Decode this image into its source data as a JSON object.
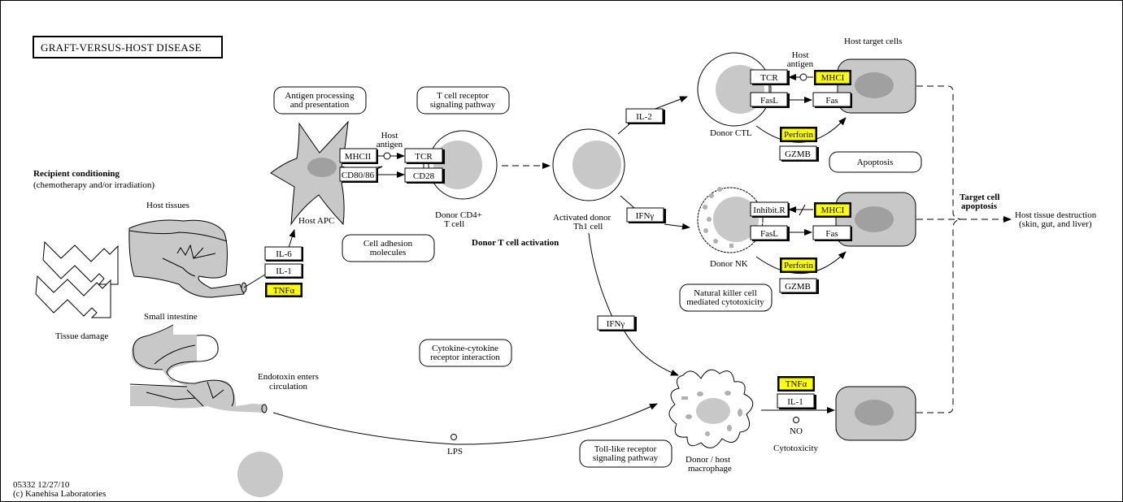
{
  "title": "GRAFT-VERSUS-HOST DISEASE",
  "footer": {
    "id_date": "05332 12/27/10",
    "copyright": "(c) Kanehisa Laboratories"
  },
  "colors": {
    "highlight": "#ffff00",
    "cell_gray": "#c8c8c8",
    "nucleus": "#a0a0a0"
  },
  "labels": {
    "recipient_conditioning": "Recipient conditioning",
    "recipient_conditioning_sub": "(chemotherapy and/or irradiation)",
    "host_tissues": "Host tissues",
    "small_intestine": "Small intestine",
    "tissue_damage": "Tissue damage",
    "endotoxin_1": "Endotoxin enters",
    "endotoxin_2": "circulation",
    "host_apc": "Host APC",
    "host_antigen_1": "Host",
    "host_antigen_2": "antigen",
    "donor_cd4_1": "Donor CD4+",
    "donor_cd4_2": "T cell",
    "donor_t_activation": "Donor T cell activation",
    "activated_th1_1": "Activated donor",
    "activated_th1_2": "Th1 cell",
    "donor_ctl": "Donor CTL",
    "donor_nk": "Donor NK",
    "host_target_cells": "Host target cells",
    "target_apoptosis_1": "Target cell",
    "target_apoptosis_2": "apoptosis",
    "host_destruction_1": "Host tissue destruction",
    "host_destruction_2": "(skin, gut, and liver)",
    "lps": "LPS",
    "macrophage_1": "Donor / host",
    "macrophage_2": "macrophage",
    "no": "NO",
    "cytotoxicity": "Cytotoxicity"
  },
  "pathways": {
    "antigen_processing": [
      "Antigen processing",
      "and presentation"
    ],
    "tcr_signaling": [
      "T cell receptor",
      "signaling pathway"
    ],
    "cell_adhesion": [
      "Cell adhesion",
      "molecules"
    ],
    "cytokine": [
      "Cytokine-cytokine",
      "receptor interaction"
    ],
    "toll_like": [
      "Toll-like receptor",
      "signaling pathway"
    ],
    "apoptosis": [
      "Apoptosis"
    ],
    "nk_cytotoxicity": [
      "Natural killer cell",
      "mediated cytotoxicity"
    ]
  },
  "genes": {
    "il6": "IL-6",
    "il1_tissue": "IL-1",
    "tnfa_tissue": "TNFα",
    "mhcii": "MHCII",
    "cd80_86": "CD80/86",
    "tcr_cd4": "TCR",
    "cd28": "CD28",
    "il2": "IL-2",
    "ifng_upper": "IFNγ",
    "ifng_lower": "IFNγ",
    "tcr_ctl": "TCR",
    "mhci_ctl": "MHCI",
    "fasl_ctl": "FasL",
    "fas_ctl": "Fas",
    "perforin_ctl": "Perforin",
    "gzmb_ctl": "GZMB",
    "inhibit_r": "Inhibit.R",
    "mhci_nk": "MHCI",
    "fasl_nk": "FasL",
    "fas_nk": "Fas",
    "perforin_nk": "Perforin",
    "gzmb_nk": "GZMB",
    "tnfa_mac": "TNFα",
    "il1_mac": "IL-1"
  },
  "highlighted_genes": [
    "tnfa_tissue",
    "mhci_ctl",
    "perforin_ctl",
    "mhci_nk",
    "perforin_nk",
    "tnfa_mac"
  ]
}
